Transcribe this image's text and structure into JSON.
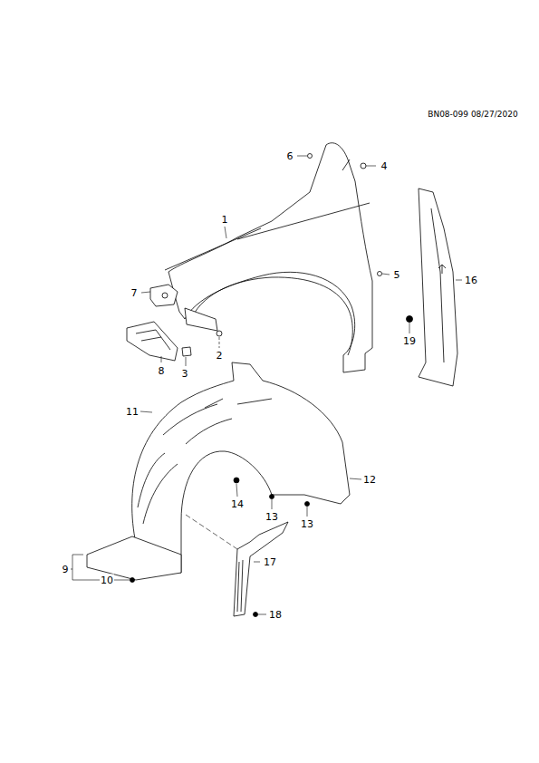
{
  "diagram": {
    "labels": [
      "BN08-099 08/27/2020",
      "6",
      "4",
      "1",
      "5",
      "7",
      "16",
      "19",
      "2",
      "8",
      "3",
      "11",
      "12",
      "14",
      "13",
      "13",
      "17",
      "9",
      "10",
      "18"
    ]
  }
}
